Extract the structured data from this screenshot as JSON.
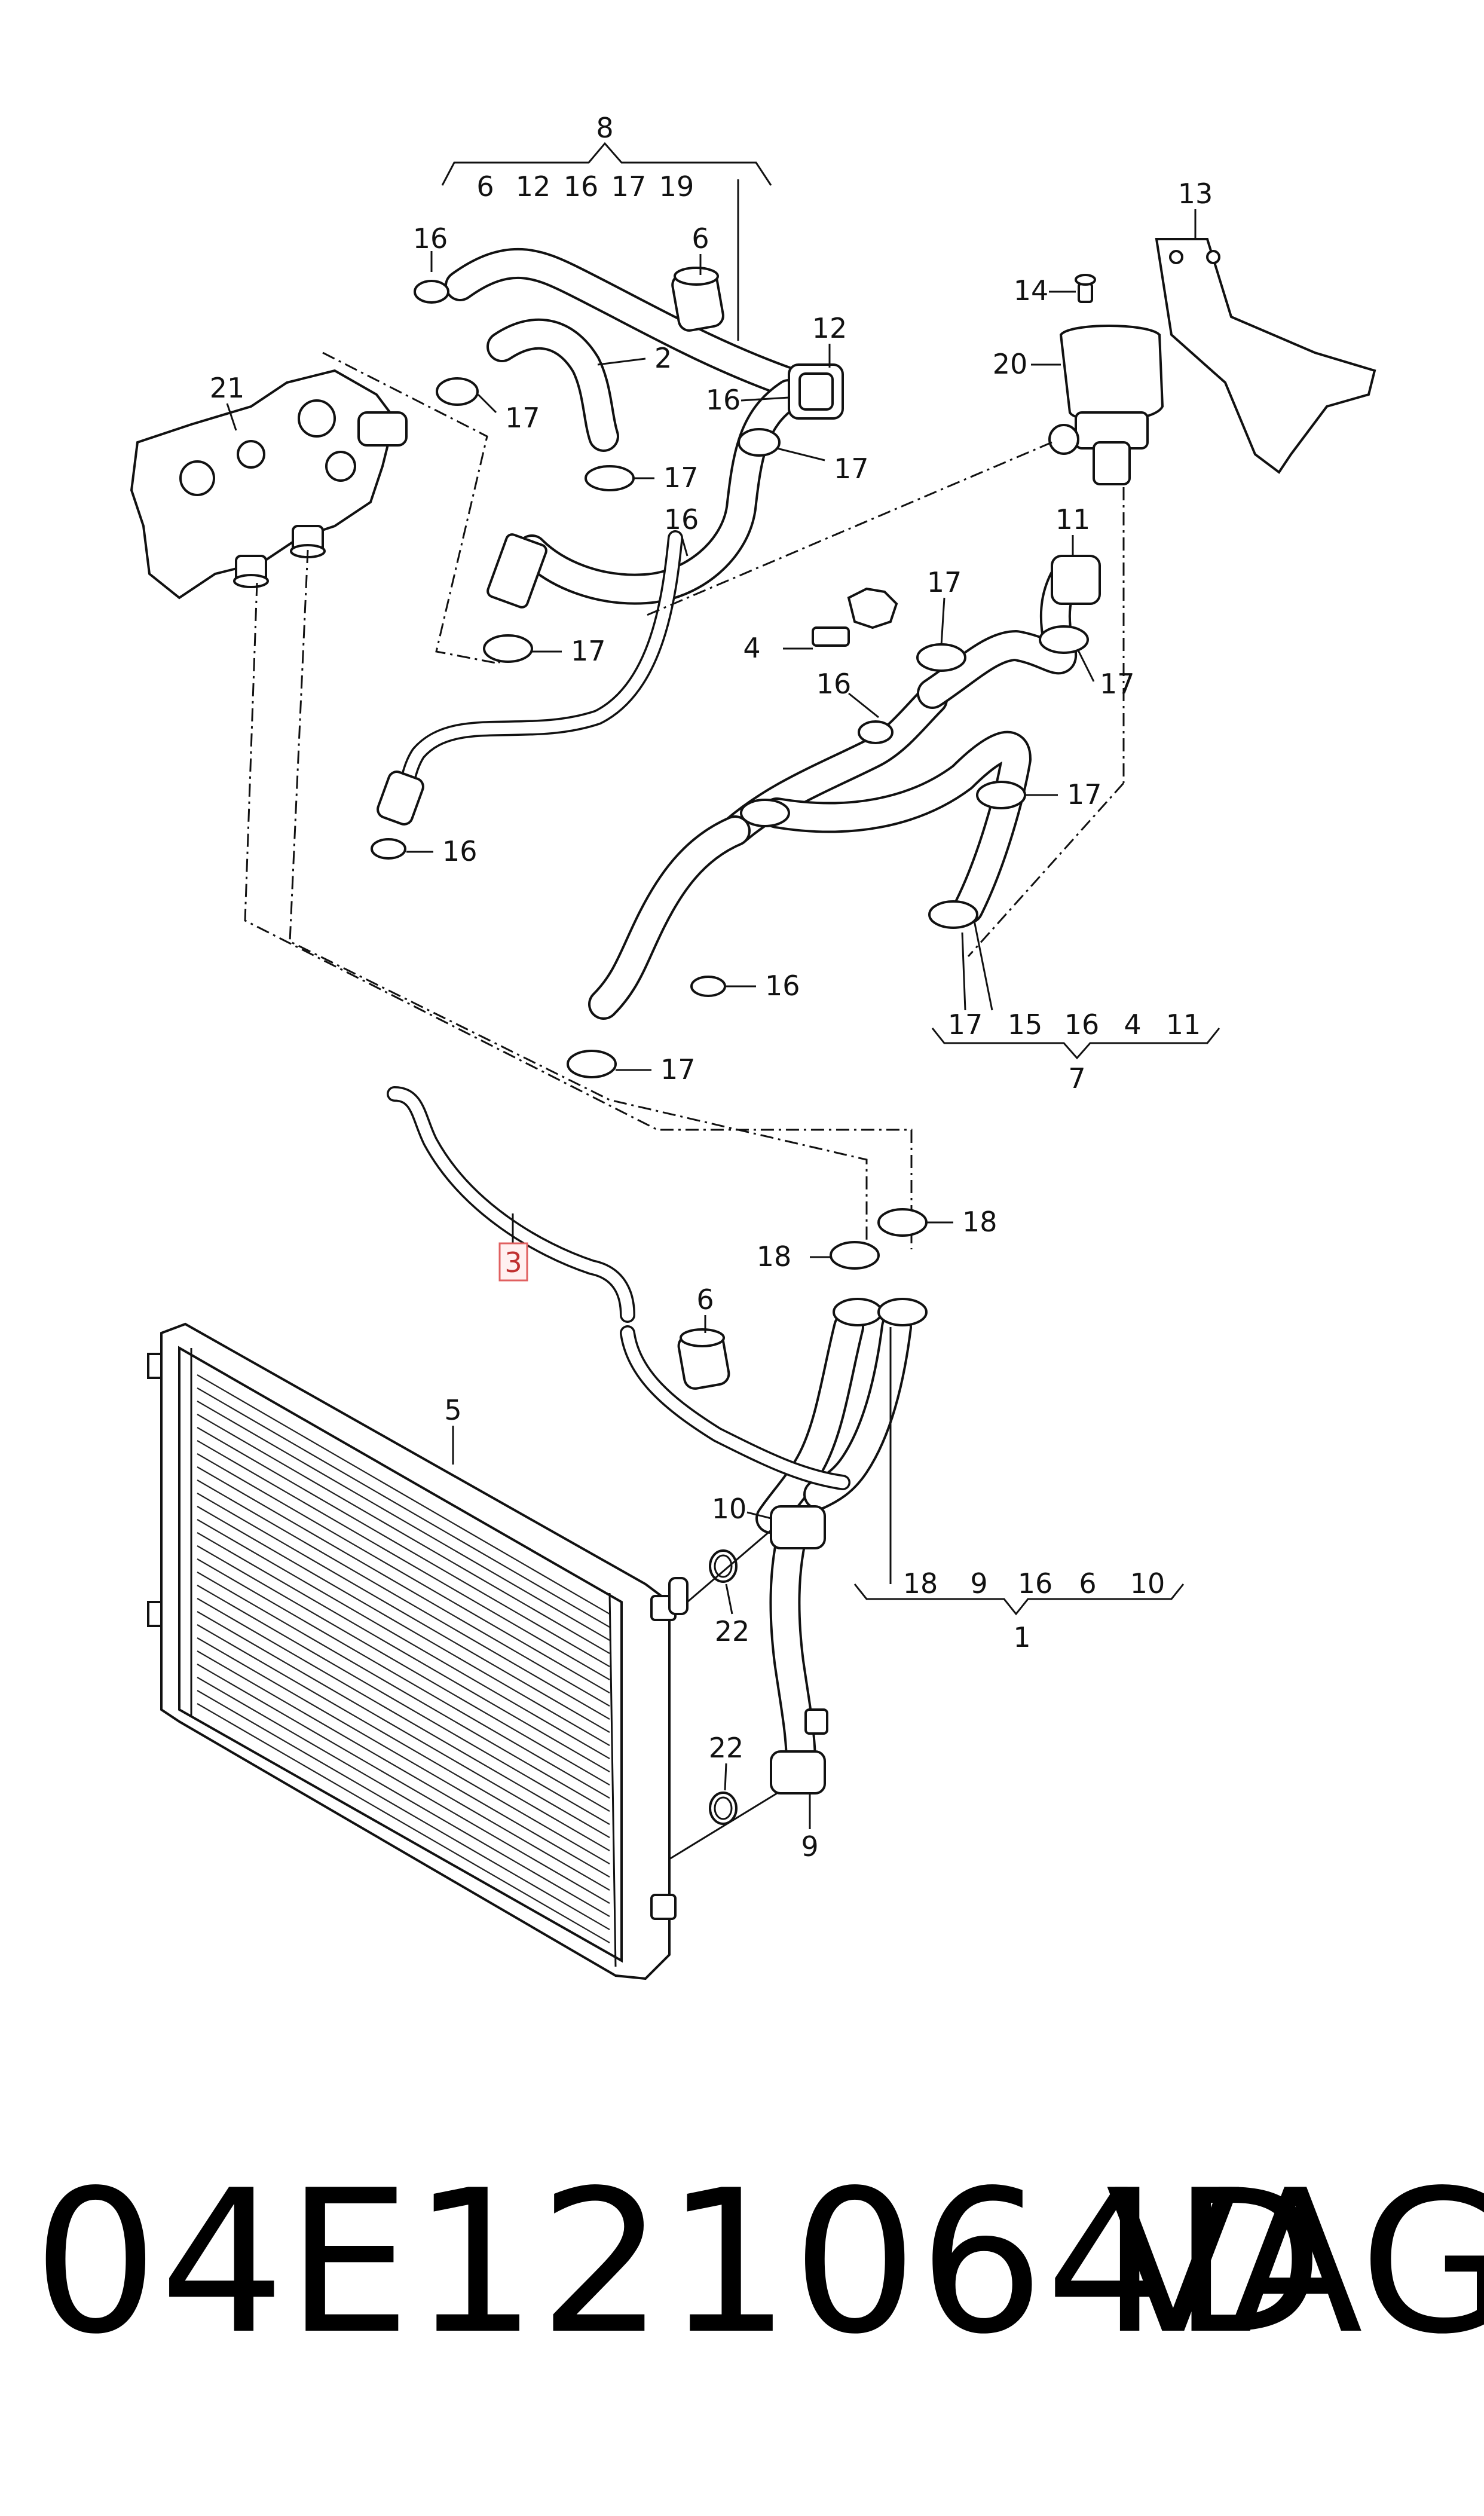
{
  "labels": {
    "l8": "8",
    "g8": [
      "6",
      "12",
      "16",
      "17",
      "19"
    ],
    "l16a": "16",
    "l6a": "6",
    "l2": "2",
    "l12": "12",
    "l16b": "16",
    "l17a": "17",
    "l21": "21",
    "l17b": "17",
    "l17c": "17",
    "l16c": "16",
    "l17d": "17",
    "l13": "13",
    "l14": "14",
    "l20": "20",
    "l11": "11",
    "l17e": "17",
    "l4": "4",
    "l16d": "16",
    "l17f": "17",
    "l17g": "17",
    "l16e": "16",
    "l16f": "16",
    "l17h": "17",
    "g7": [
      "17",
      "15",
      "16",
      "4",
      "11"
    ],
    "l7": "7",
    "l3": "3",
    "l18a": "18",
    "l18b": "18",
    "l6b": "6",
    "l5": "5",
    "l10": "10",
    "l22a": "22",
    "l22b": "22",
    "l9": "9",
    "g1": [
      "18",
      "9",
      "16",
      "6",
      "10"
    ],
    "l1": "1"
  },
  "footer": {
    "part_number": "04E121064D",
    "brand": "VAG"
  }
}
